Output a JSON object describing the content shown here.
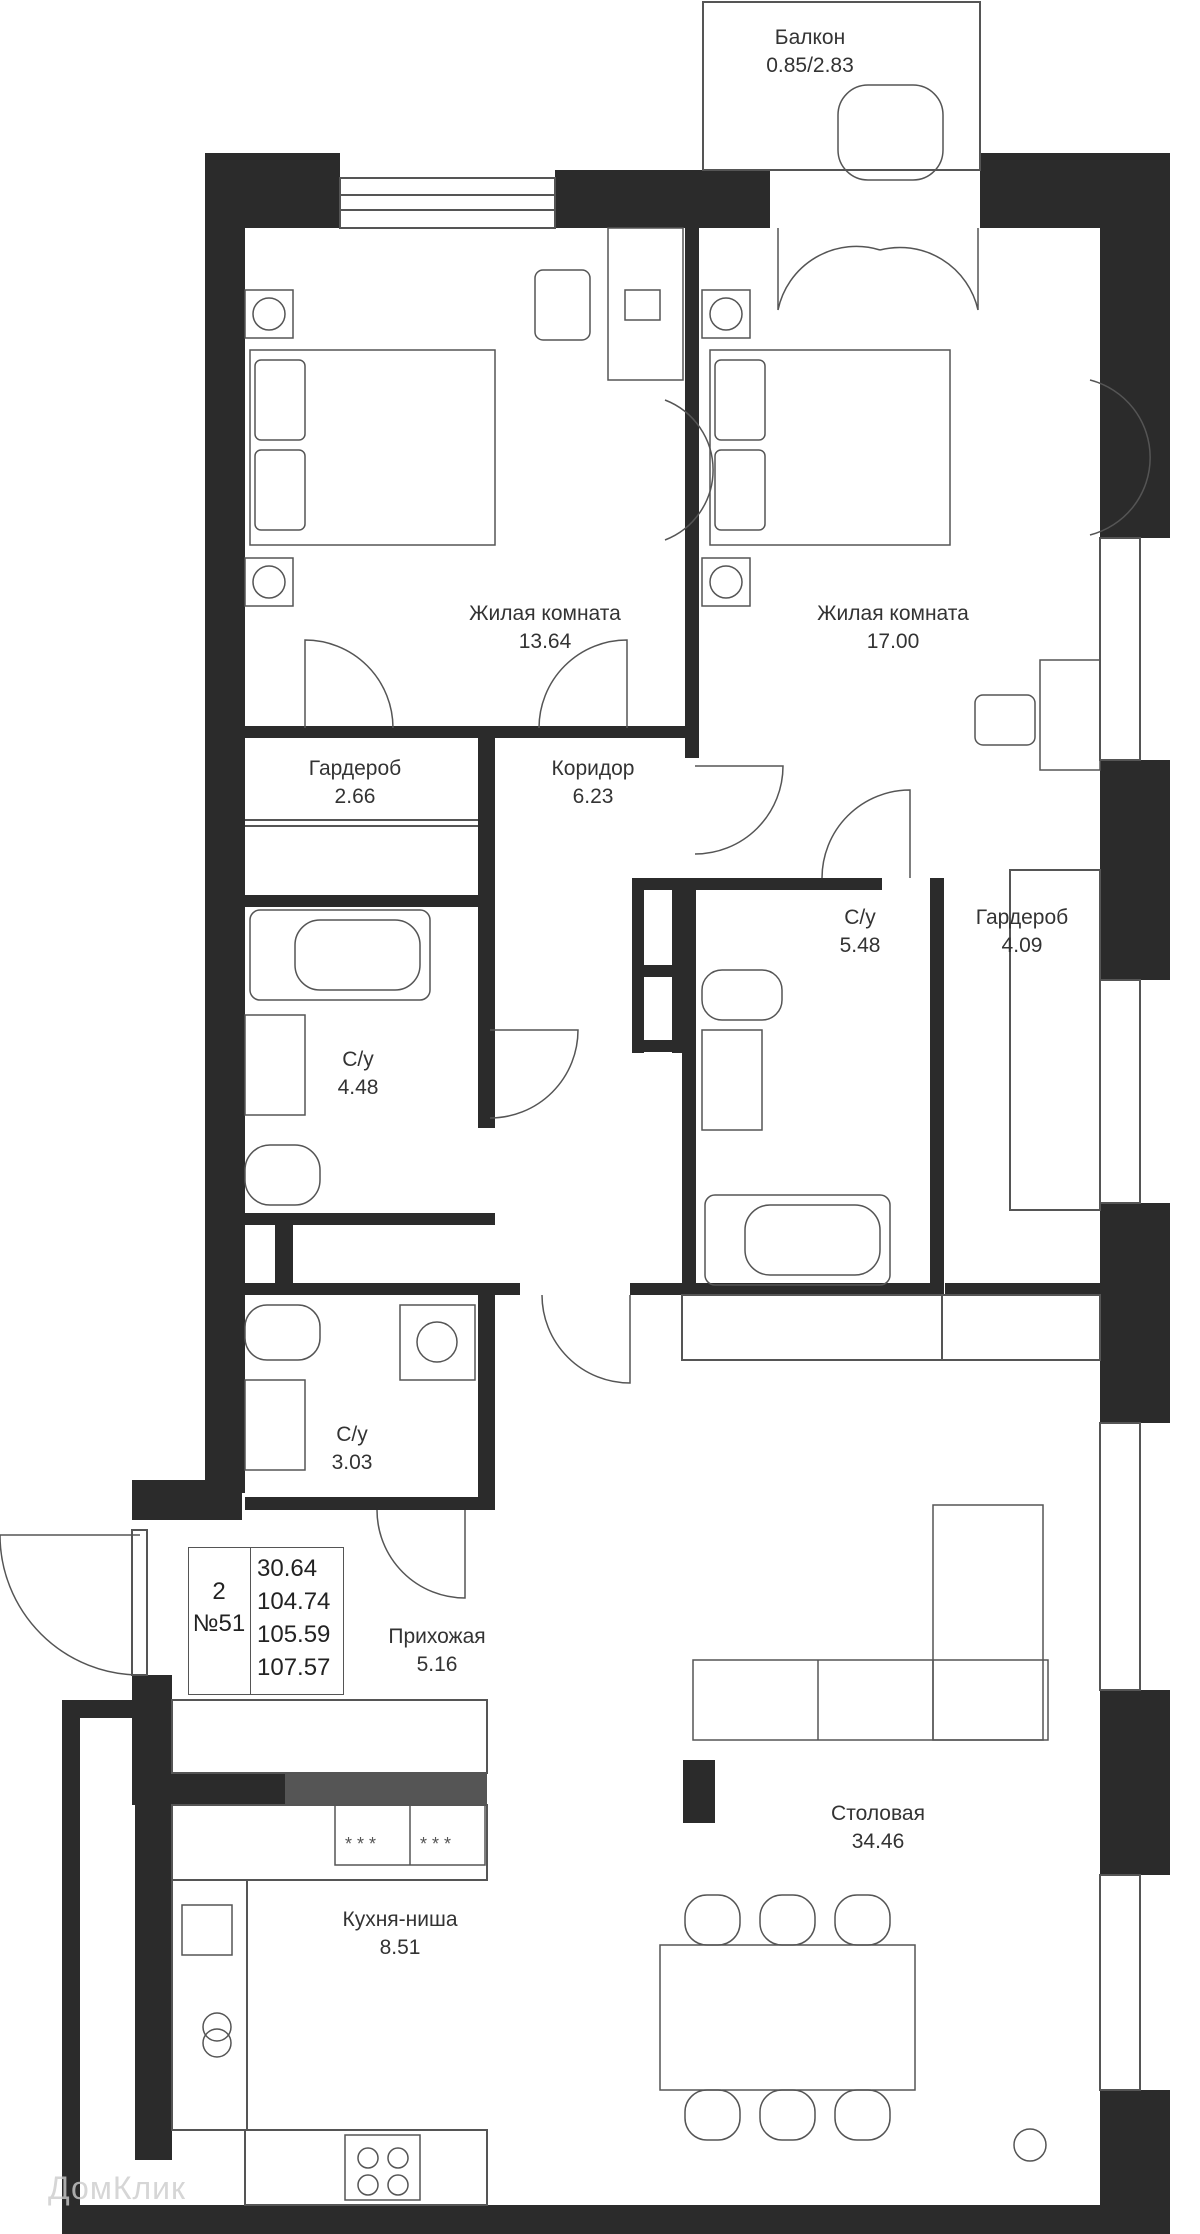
{
  "rooms": {
    "balcony": {
      "name": "Балкон",
      "area": "0.85/2.83"
    },
    "bedroom1": {
      "name": "Жилая комната",
      "area": "13.64"
    },
    "bedroom2": {
      "name": "Жилая комната",
      "area": "17.00"
    },
    "wardrobe1": {
      "name": "Гардероб",
      "area": "2.66"
    },
    "corridor": {
      "name": "Коридор",
      "area": "6.23"
    },
    "bath_center": {
      "name": "С/у",
      "area": "5.48"
    },
    "wardrobe2": {
      "name": "Гардероб",
      "area": "4.09"
    },
    "bath_left": {
      "name": "С/у",
      "area": "4.48"
    },
    "bath_small": {
      "name": "С/у",
      "area": "3.03"
    },
    "hall": {
      "name": "Прихожая",
      "area": "5.16"
    },
    "dining": {
      "name": "Столовая",
      "area": "34.46"
    },
    "kitchen": {
      "name": "Кухня-ниша",
      "area": "8.51"
    }
  },
  "info": {
    "rooms_count": "2",
    "apartment_number": "№51",
    "areas": [
      "30.64",
      "104.74",
      "105.59",
      "107.57"
    ]
  },
  "watermark": "ДомКлик",
  "colors": {
    "wall": "#2b2b2b",
    "line": "#555555",
    "text": "#333333"
  }
}
